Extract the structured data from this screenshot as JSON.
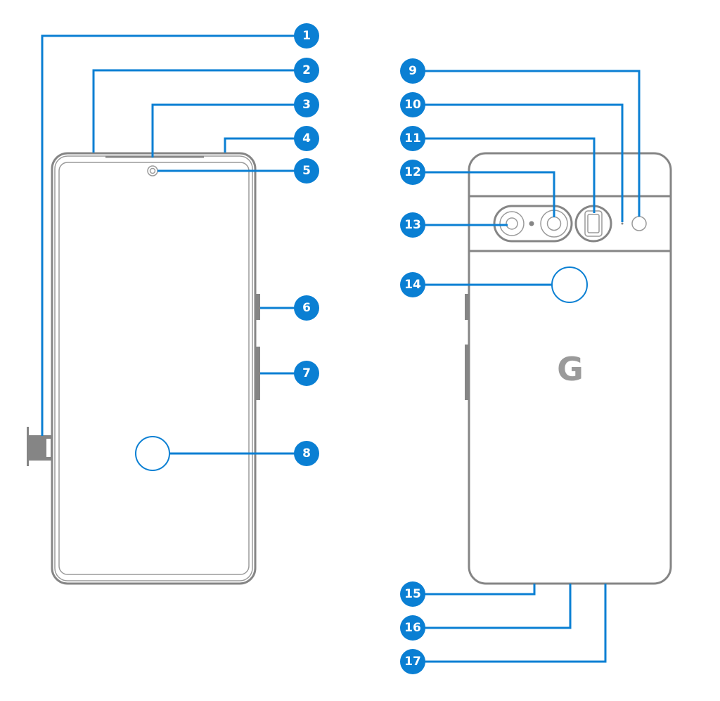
{
  "title": "Phone hardware diagram",
  "colors": {
    "callout": "#0a7fd3",
    "outline": "#858585"
  },
  "front_callouts": [
    "1",
    "2",
    "3",
    "4",
    "5",
    "6",
    "7",
    "8"
  ],
  "back_callouts": [
    "9",
    "10",
    "11",
    "12",
    "13",
    "14",
    "15",
    "16",
    "17"
  ],
  "back_logo": "G"
}
